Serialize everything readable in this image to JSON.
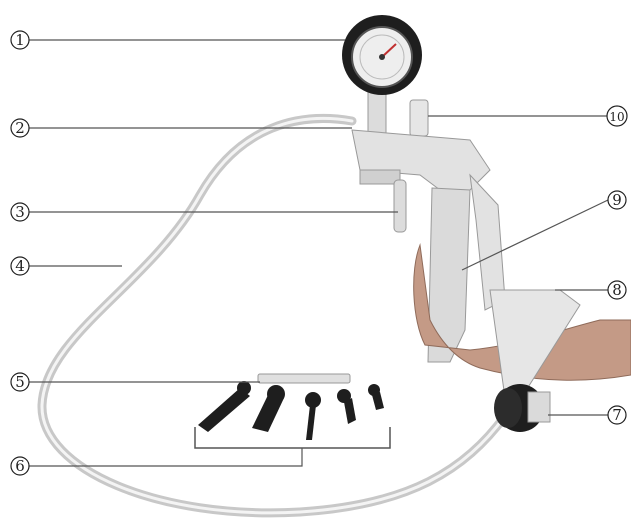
{
  "callouts": [
    {
      "number": "1",
      "part": "pressure-gauge"
    },
    {
      "number": "2",
      "part": "hose-connector"
    },
    {
      "number": "3",
      "part": "release-valve"
    },
    {
      "number": "4",
      "part": "hose"
    },
    {
      "number": "5",
      "part": "straight-tube"
    },
    {
      "number": "6",
      "part": "adapter-set"
    },
    {
      "number": "7",
      "part": "reservoir-cup"
    },
    {
      "number": "8",
      "part": "pump-handle"
    },
    {
      "number": "9",
      "part": "trigger"
    },
    {
      "number": "10",
      "part": "outlet-nozzle"
    }
  ],
  "colors": {
    "line": "#555555",
    "hose": "#cfcfcf",
    "body": "#e4e4e4",
    "dark": "#1e1e1e",
    "skin": "#c49a86"
  }
}
